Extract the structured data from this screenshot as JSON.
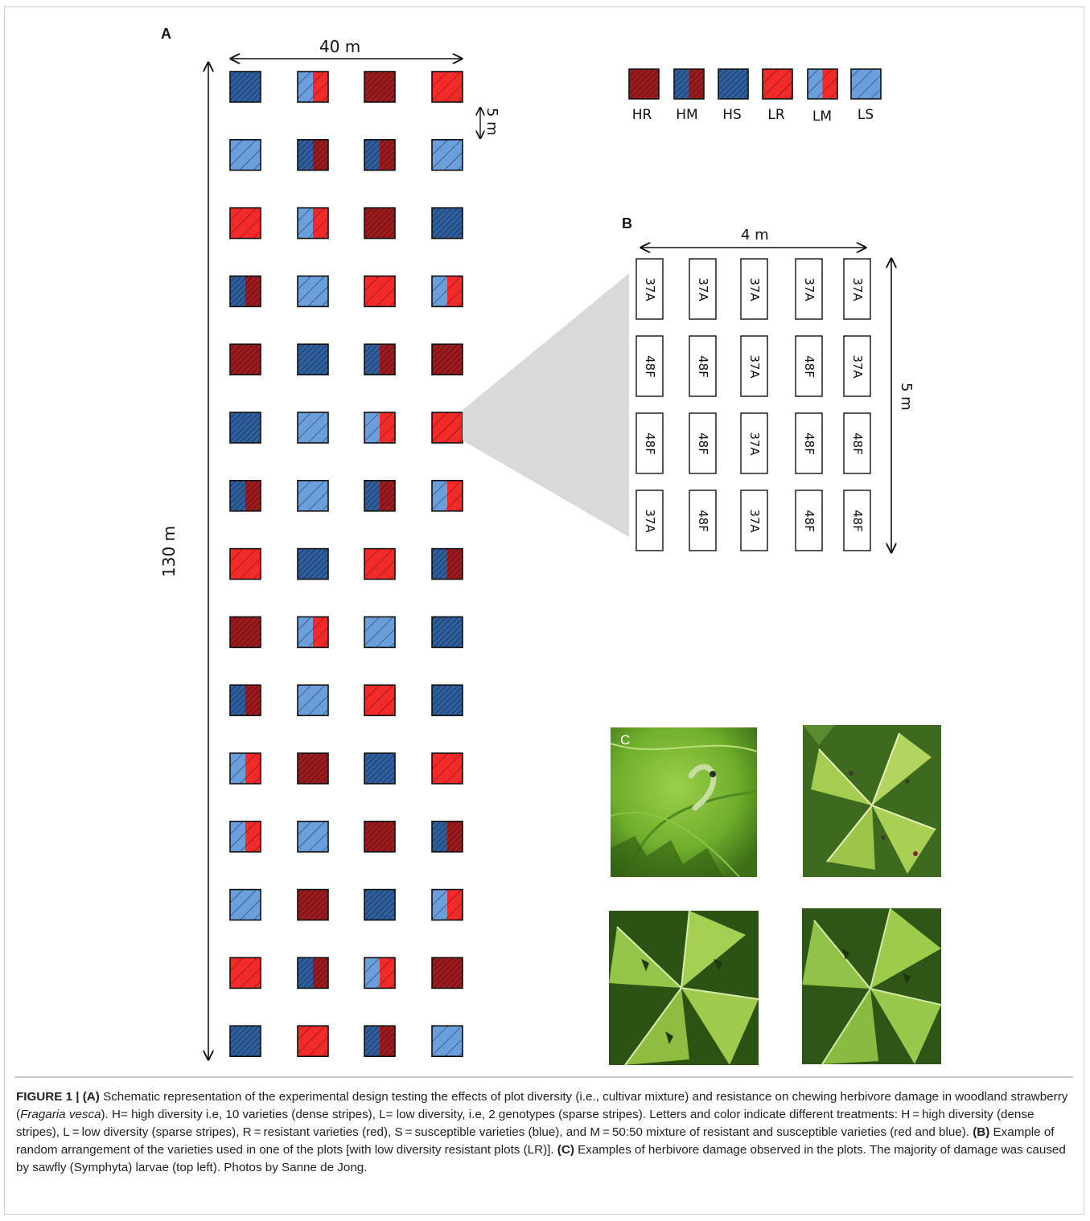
{
  "panels": {
    "a_label": "A",
    "b_label": "B",
    "c_label": "C"
  },
  "panel_a": {
    "width_label": "40 m",
    "height_label": "130 m",
    "plot_size_label": "5 m",
    "grid": [
      [
        "HS",
        "LM",
        "HR",
        "LR"
      ],
      [
        "LS",
        "HM",
        "HM",
        "LS"
      ],
      [
        "LR",
        "LM",
        "HR",
        "HS"
      ],
      [
        "HM",
        "LS",
        "LR",
        "LM"
      ],
      [
        "HR",
        "HS",
        "HM",
        "HR"
      ],
      [
        "HS",
        "LS",
        "LM",
        "LR"
      ],
      [
        "HM",
        "LS",
        "HM",
        "LM"
      ],
      [
        "LR",
        "HS",
        "LR",
        "HM"
      ],
      [
        "HR",
        "LM",
        "LS",
        "HS"
      ],
      [
        "HM",
        "LS",
        "LR",
        "HS"
      ],
      [
        "LM",
        "HR",
        "HS",
        "LR"
      ],
      [
        "LM",
        "LS",
        "HR",
        "HM"
      ],
      [
        "LS",
        "HR",
        "HS",
        "LM"
      ],
      [
        "LR",
        "HM",
        "LM",
        "HR"
      ],
      [
        "HS",
        "LR",
        "HM",
        "LS"
      ]
    ]
  },
  "legend": {
    "items": [
      {
        "code": "HR",
        "label": "HR"
      },
      {
        "code": "HM",
        "label": "HM"
      },
      {
        "code": "HS",
        "label": "HS"
      },
      {
        "code": "LR",
        "label": "LR"
      },
      {
        "code": "LM",
        "label": "LM"
      },
      {
        "code": "LS",
        "label": "LS"
      }
    ]
  },
  "colors": {
    "resistant_dark": "#9b1b1e",
    "resistant_light": "#f22a2a",
    "susceptible_dark": "#2f5f9c",
    "susceptible_light": "#6b9fdc",
    "zoom_wedge": "#d9d9d9"
  },
  "panel_b": {
    "width_label": "4 m",
    "height_label": "5 m",
    "rows": [
      [
        "37A",
        "37A",
        "37A",
        "37A",
        "37A"
      ],
      [
        "48F",
        "48F",
        "37A",
        "48F",
        "37A"
      ],
      [
        "48F",
        "48F",
        "37A",
        "48F",
        "48F"
      ],
      [
        "37A",
        "48F",
        "37A",
        "48F",
        "48F"
      ]
    ]
  },
  "panel_c": {
    "photos": [
      {
        "name": "sawfly-larva-photo"
      },
      {
        "name": "damaged-leaf-photo-1"
      },
      {
        "name": "damaged-leaf-photo-2"
      },
      {
        "name": "damaged-leaf-photo-3"
      }
    ]
  },
  "caption": {
    "fig_label": "FIGURE 1",
    "sep": " | ",
    "a_tag": "(A)",
    "a_text_1": " Schematic representation of the experimental design testing the effects of plot diversity (i.e., cultivar mixture) and resistance on chewing herbivore damage in woodland strawberry (",
    "species": "Fragaria vesca",
    "a_text_2": "). H= high diversity i.e, 10 varieties (dense stripes), L= low diversity, i.e, 2 genotypes (sparse stripes). Letters and color indicate different treatments: H = high diversity (dense stripes), L = low diversity (sparse stripes), R = resistant varieties (red), S = susceptible varieties (blue), and M = 50:50 mixture of resistant and susceptible varieties (red and blue). ",
    "b_tag": "(B)",
    "b_text": " Example of random arrangement of the varieties used in one of the plots [with low diversity resistant plots (LR)]. ",
    "c_tag": "(C)",
    "c_text": " Examples of herbivore damage observed in the plots. The majority of damage was caused by sawfly (Symphyta) larvae (top left). Photos by Sanne de Jong."
  }
}
